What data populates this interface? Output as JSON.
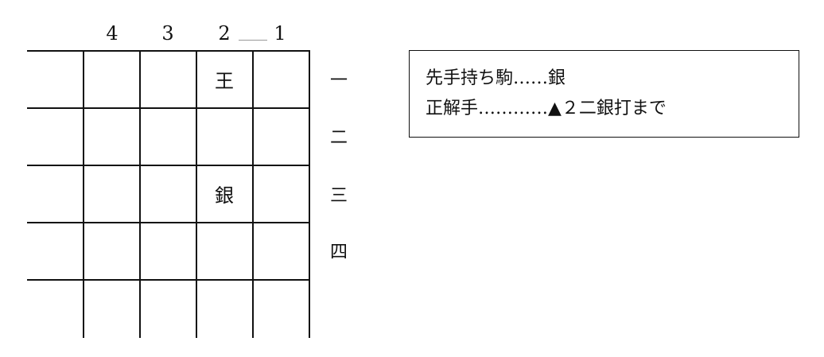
{
  "board": {
    "file_labels": [
      "4",
      "3",
      "2",
      "1"
    ],
    "rank_labels": [
      "一",
      "二",
      "三",
      "四"
    ],
    "pieces": [
      {
        "text": "王",
        "file": 2,
        "rank": 1
      },
      {
        "text": "銀",
        "file": 2,
        "rank": 3
      }
    ]
  },
  "info": {
    "hand_line": "先手持ち駒……銀",
    "answer_line": "正解手…………▲２二銀打まで"
  }
}
